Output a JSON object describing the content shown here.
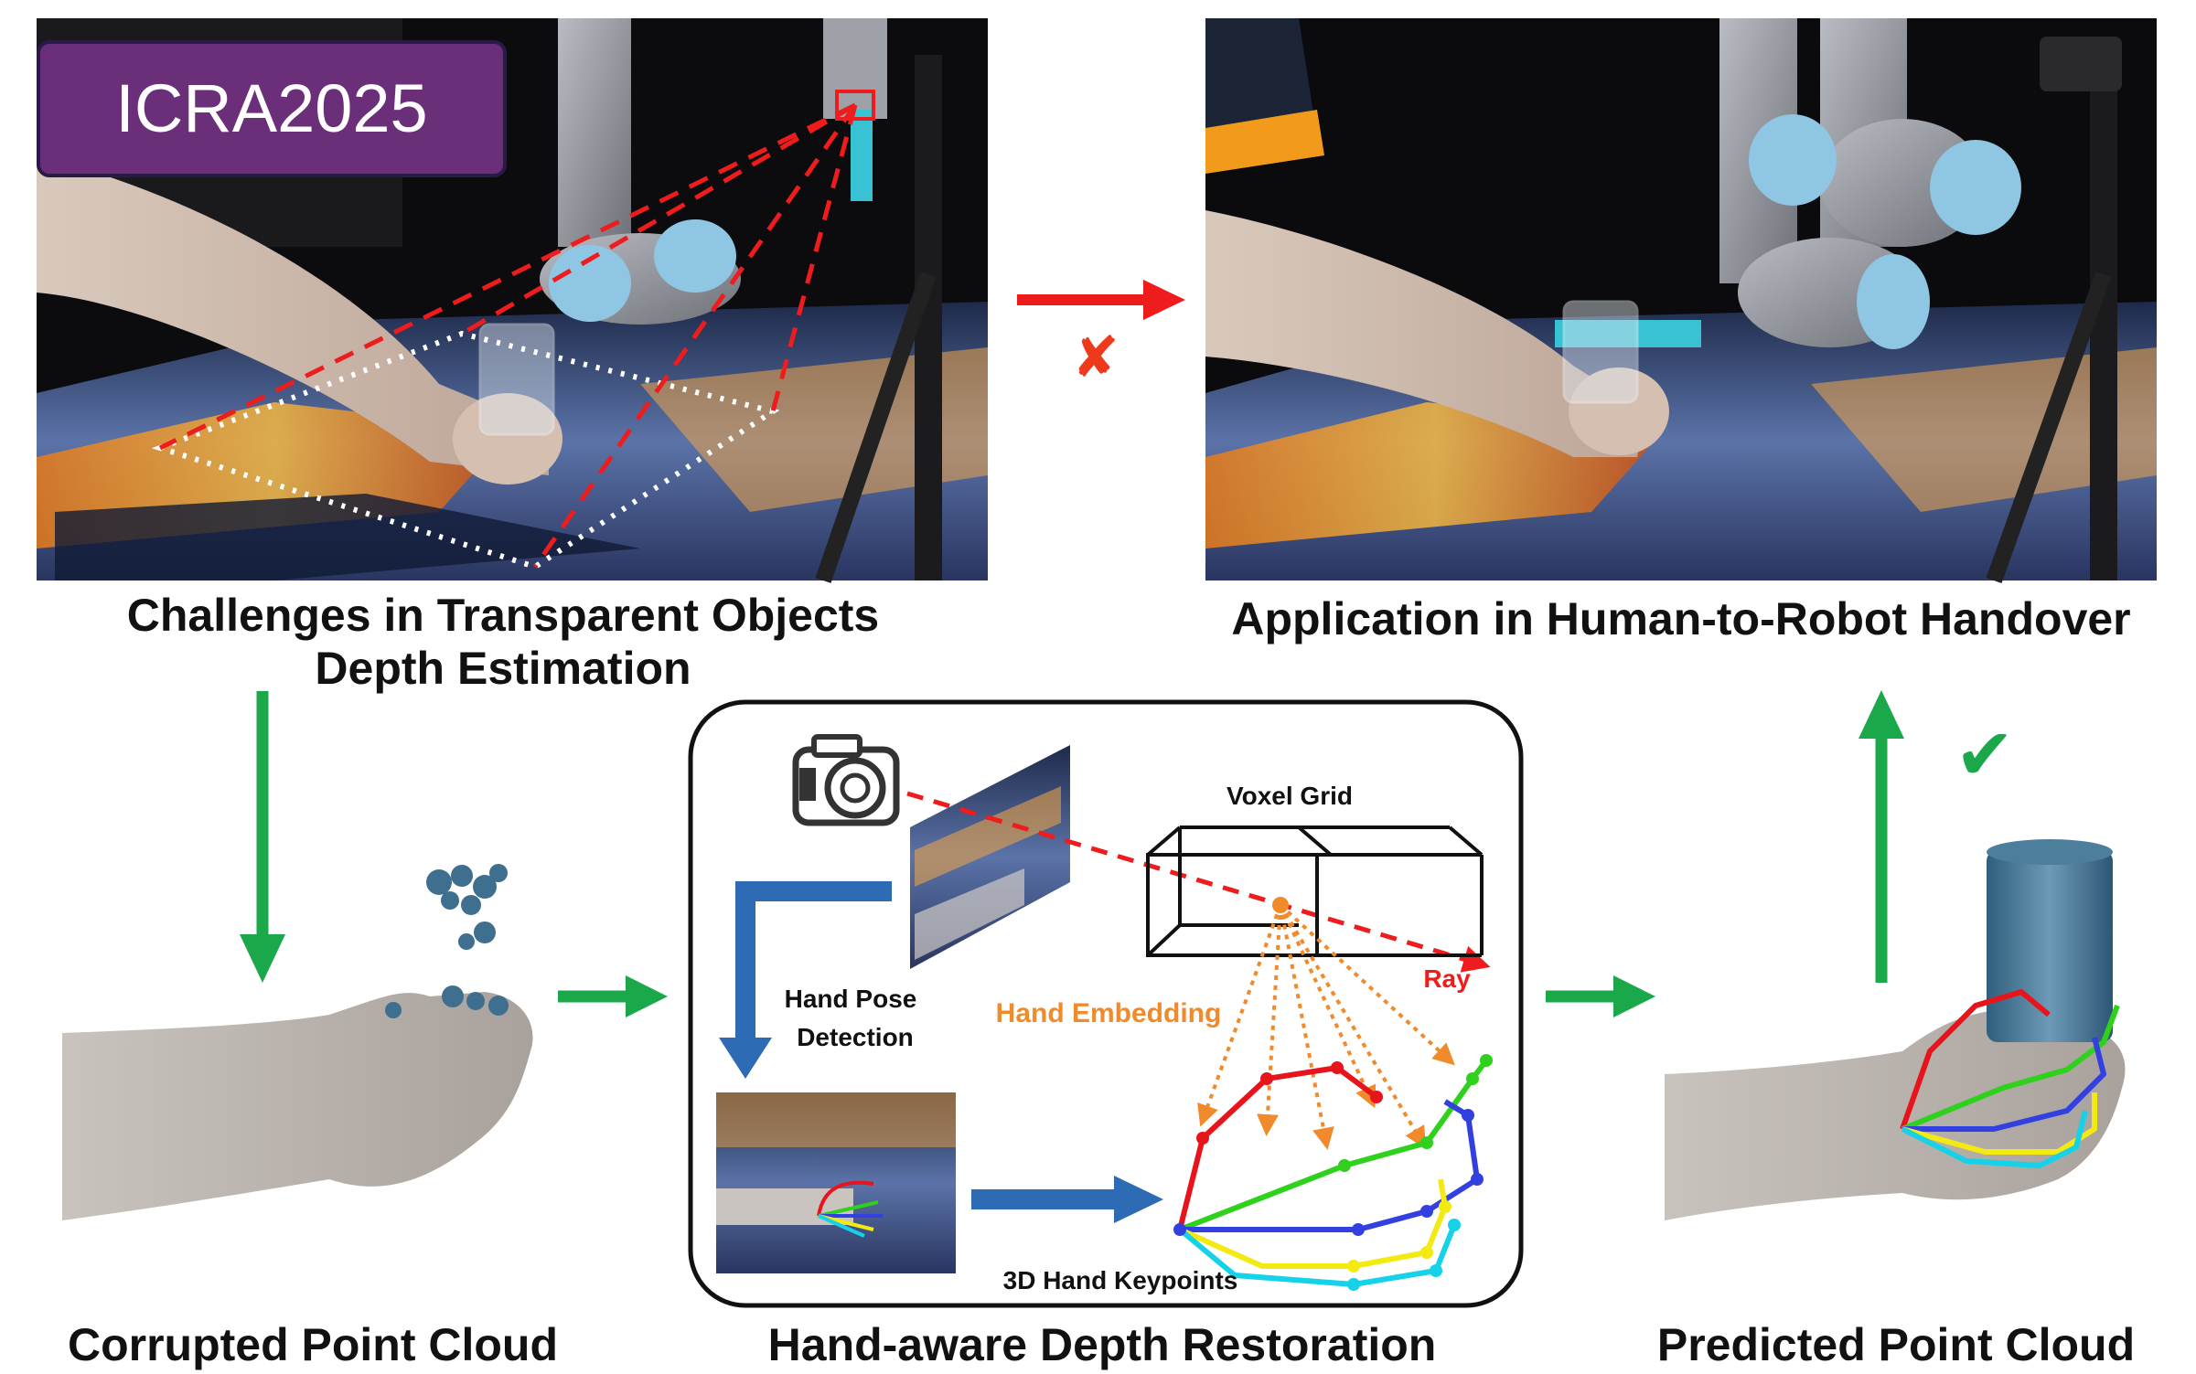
{
  "badge": {
    "text": "ICRA2025",
    "color": "#6b2f7a"
  },
  "captions": {
    "challenges_line1": "Challenges in Transparent Objects",
    "challenges_line2": "Depth Estimation",
    "application": "Application in Human-to-Robot Handover",
    "corrupted": "Corrupted Point Cloud",
    "restoration": "Hand-aware Depth Restoration",
    "predicted": "Predicted Point Cloud"
  },
  "method_box": {
    "voxel_grid": "Voxel Grid",
    "ray": "Ray",
    "hand_pose_line1": "Hand Pose",
    "hand_pose_line2": "Detection",
    "hand_embedding": "Hand Embedding",
    "keypoints": "3D Hand Keypoints"
  },
  "symbols": {
    "fail": "✘",
    "success": "✔"
  },
  "colors": {
    "red": "#ee1c1c",
    "green": "#1aa84a",
    "blue_arrow": "#2e6bb5",
    "orange": "#f08a2a",
    "finger_red": "#e8141c",
    "finger_green": "#2fd11c",
    "finger_blue": "#3340e0",
    "finger_yellow": "#f2ea12",
    "finger_cyan": "#16d2e8"
  }
}
